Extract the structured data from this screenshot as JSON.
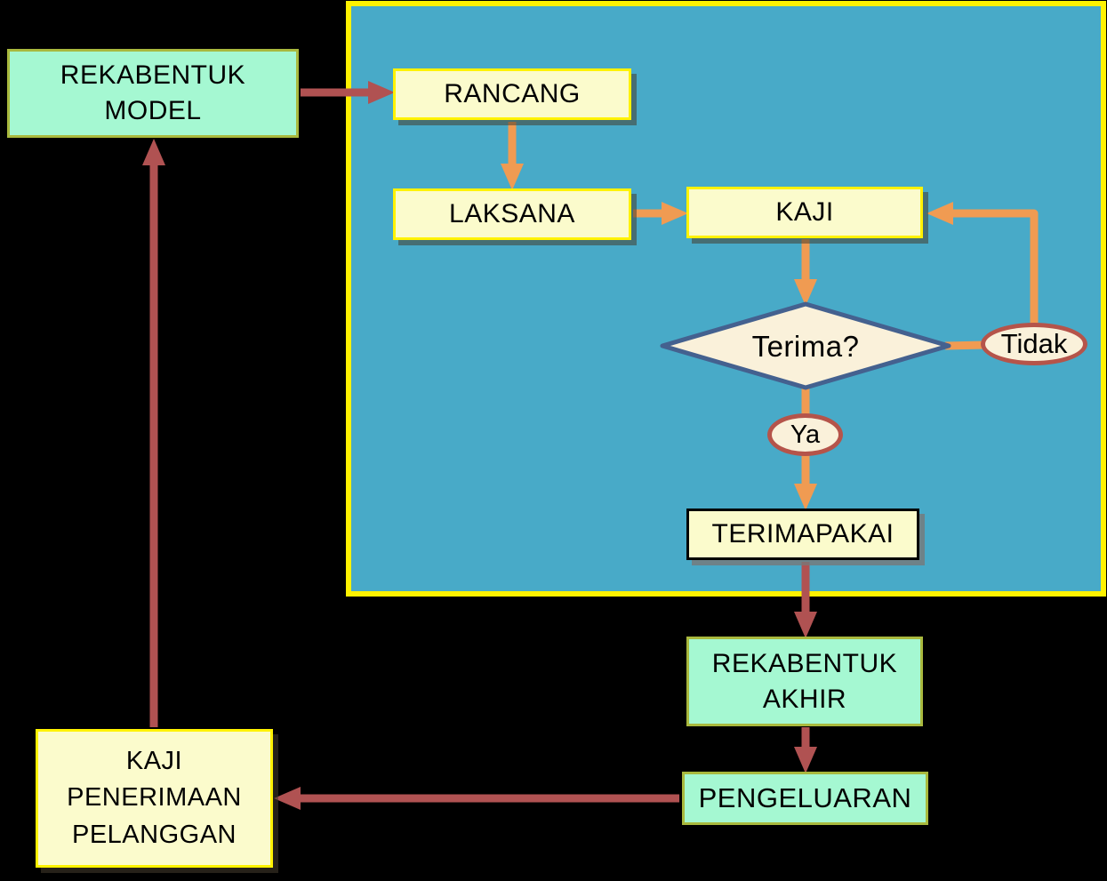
{
  "diagram": {
    "title_implicit": "",
    "nodes": {
      "rekabentuk_model": "REKABENTUK\nMODEL",
      "rancang": "RANCANG",
      "laksana": "LAKSANA",
      "kaji": "KAJI",
      "terima": "Terima?",
      "tidak": "Tidak",
      "ya": "Ya",
      "terimapakai": "TERIMAPAKAI",
      "rekabentuk_akhir": "REKABENTUK\nAKHIR",
      "pengeluaran": "PENGELUARAN",
      "kaji_penerimaan": "KAJI\nPENERIMAAN\nPELANGGAN"
    },
    "colors": {
      "background": "#000000",
      "panel_fill": "#48AAC8",
      "panel_border": "#FFF200",
      "process_fill": "#FBFBCC",
      "process_border": "#FFF200",
      "adopt_border": "#000000",
      "terminal_fill": "#A5F8D2",
      "terminal_border": "#A9B93E",
      "decision_fill": "#FAF1DA",
      "decision_border": "#44618F",
      "oval_fill": "#FAF1DA",
      "oval_border": "#B5544A",
      "arrow_outer": "#B05252",
      "arrow_loop": "#F09B52",
      "text": "#000000"
    }
  }
}
